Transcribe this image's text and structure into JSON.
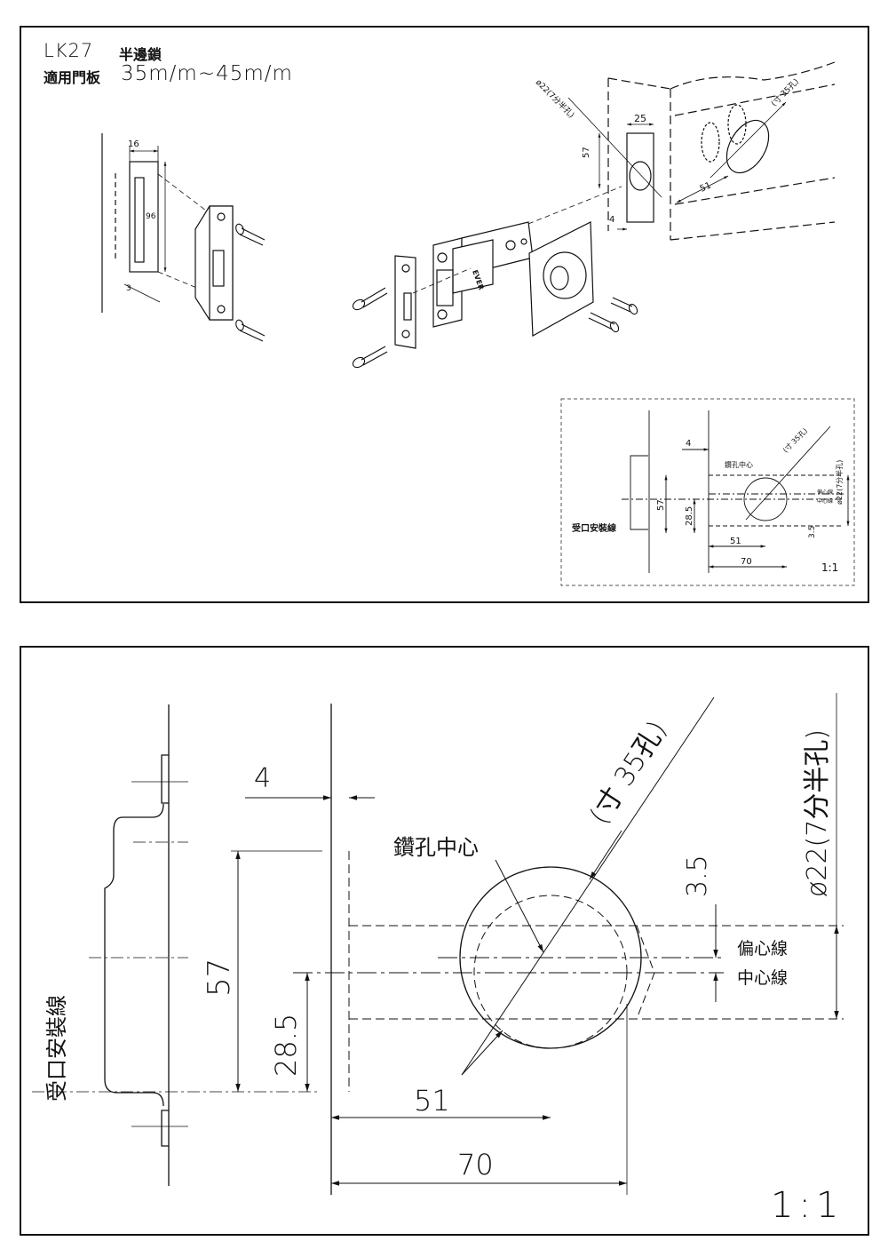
{
  "header": {
    "model": "LK27",
    "lock_name": "半邊鎖",
    "door_thickness_label": "適用門板",
    "door_thickness_range": "35m/m~45m/m"
  },
  "strike_plate_dims": {
    "width": "16",
    "height": "96",
    "depth": "3"
  },
  "door_dims": {
    "hole_diameter": "ø22(7分半孔)",
    "hole_spec": "(寸 35孔)",
    "edge_width": "25",
    "height": "57",
    "offset": "4",
    "backset": "51"
  },
  "latch_brand": "EVER",
  "small_detail": {
    "offset": "4",
    "drill_center": "鑽孔中心",
    "hole_spec": "(寸 35孔)",
    "hole_diameter": "ø22(7分半孔)",
    "eccentric_line": "偏心線",
    "center_line": "中心線",
    "height": "57",
    "half_height": "28.5",
    "eccentric_offset": "3.5",
    "strike_line": "受口安裝線",
    "backset": "51",
    "overall": "70",
    "scale": "1:1"
  },
  "large_detail": {
    "offset": "4",
    "drill_center": "鑽孔中心",
    "hole_spec": "(寸 35孔)",
    "hole_diameter": "ø22(7分半孔)",
    "eccentric_offset": "3.5",
    "eccentric_line": "偏心線",
    "center_line": "中心線",
    "height": "57",
    "half_height": "28.5",
    "strike_line": "受口安裝線",
    "backset": "51",
    "overall": "70",
    "scale": "1:1"
  }
}
